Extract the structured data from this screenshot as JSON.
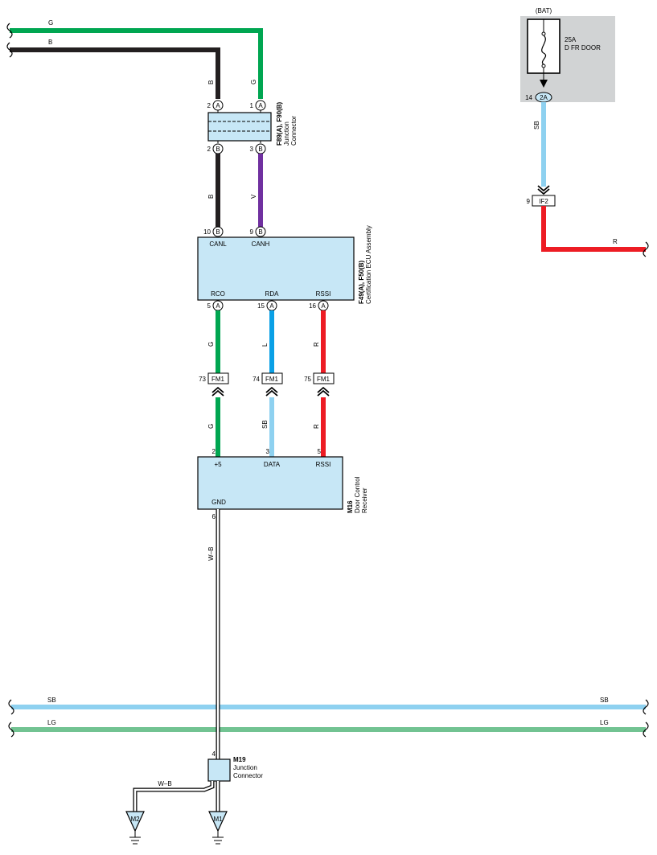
{
  "wires": {
    "top_g": "G",
    "top_b": "B",
    "b1": "B",
    "g1": "G",
    "b2": "B",
    "v": "V",
    "rco_g": "G",
    "rda_l": "L",
    "rssi_r": "R",
    "g2": "G",
    "sb2": "SB",
    "r2": "R",
    "wb": "W–B",
    "wb_ground": "W–B",
    "sb_bus_left": "SB",
    "sb_bus_right": "SB",
    "lg_bus_left": "LG",
    "lg_bus_right": "LG",
    "sb_bat": "SB",
    "r_bat": "R"
  },
  "colors": {
    "G": "#00a651",
    "B": "#231f20",
    "V": "#7030a0",
    "L": "#0aa0e6",
    "R": "#ed1c24",
    "SB": "#8ed1f0",
    "LG": "#72c392",
    "component_fill": "#c7e7f6",
    "fuse_box_fill": "#d1d3d4"
  },
  "f89": {
    "code": "F89(A), F90(B)",
    "name1": "Junction",
    "name2": "Connector",
    "pins": {
      "top_left": "2",
      "top_right": "1",
      "bot_left": "2",
      "bot_right": "3"
    },
    "conn": {
      "top_left": "A",
      "top_right": "A",
      "bot_left": "B",
      "bot_right": "B"
    }
  },
  "f49": {
    "code": "F49(A), F50(B)",
    "name": "Certification ECU Assembly",
    "terminals": {
      "canl": "CANL",
      "canh": "CANH",
      "rco": "RCO",
      "rda": "RDA",
      "rssi": "RSSI"
    },
    "pins": {
      "canl": "10",
      "canh": "9",
      "rco": "5",
      "rda": "15",
      "rssi": "16"
    },
    "conn": {
      "canl": "B",
      "canh": "B",
      "rco": "A",
      "rda": "A",
      "rssi": "A"
    }
  },
  "fm1": {
    "label": "FM1",
    "pins": {
      "a": "73",
      "b": "74",
      "c": "75"
    }
  },
  "m16": {
    "code": "M16",
    "name1": "Door Control",
    "name2": "Receiver",
    "terminals": {
      "p5": "+5",
      "data": "DATA",
      "rssi": "RSSI",
      "gnd": "GND"
    },
    "pins": {
      "p5": "2",
      "data": "3",
      "rssi": "5",
      "gnd": "6"
    }
  },
  "m19": {
    "code": "M19",
    "name1": "Junction",
    "name2": "Connector",
    "pin": "4"
  },
  "grounds": {
    "m1": "M1",
    "m2": "M2"
  },
  "fuse": {
    "source": "(BAT)",
    "rating": "25A",
    "name": "D FR DOOR",
    "pin": "14",
    "conn": "2A"
  },
  "if2": {
    "label": "IF2",
    "pin": "9"
  }
}
